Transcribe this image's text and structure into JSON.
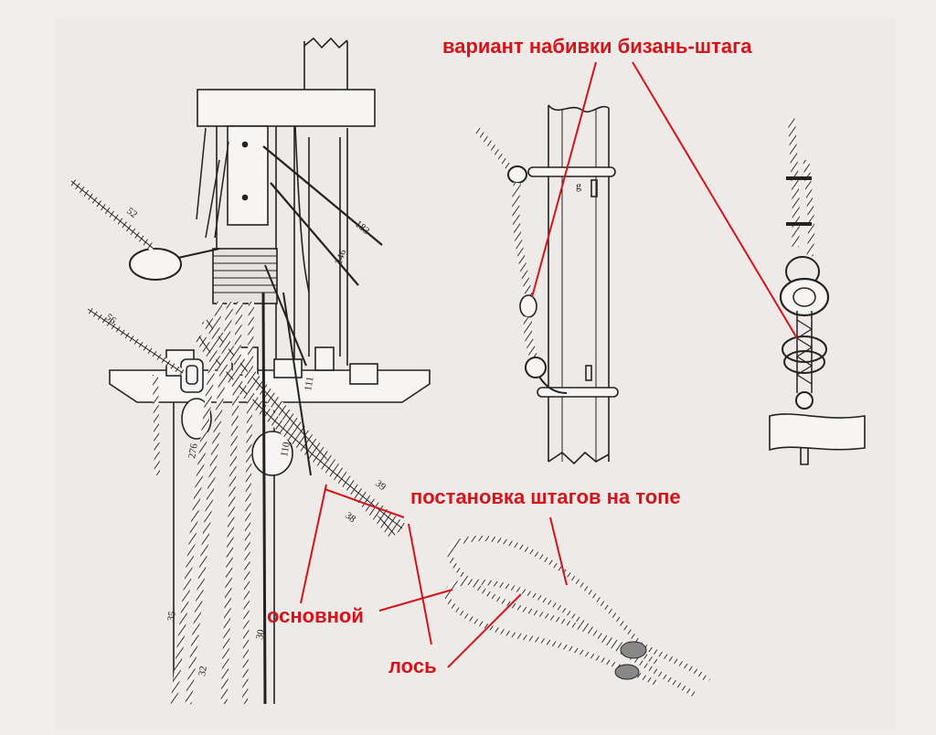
{
  "captions": {
    "mizzen_stay_variant": "вариант набивки бизань-штага",
    "stays_at_top": "постановка штагов на топе",
    "main": "основной",
    "los": "лось"
  },
  "figure_numbers": {
    "n52": "52",
    "n56": "56",
    "n183": "183",
    "n246": "246",
    "n111": "111",
    "n110": "110",
    "n276": "276",
    "n39": "39",
    "n38": "38",
    "n35": "35",
    "n32": "32",
    "n30": "30"
  },
  "detail_letter": "g",
  "colors": {
    "annotation": "#d4141a",
    "ink": "#222222",
    "paper": "#f1eeec"
  }
}
